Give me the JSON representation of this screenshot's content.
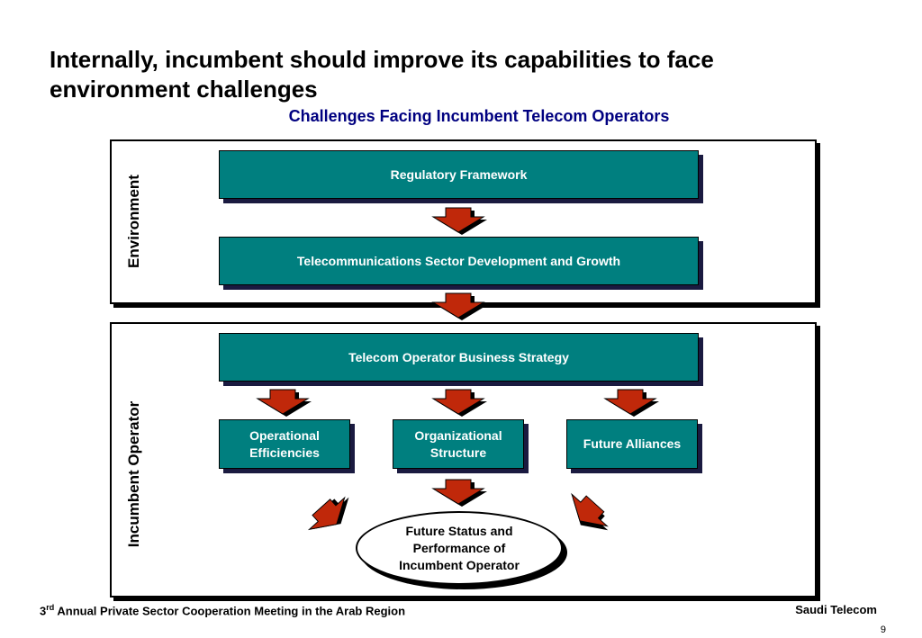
{
  "title": "Internally, incumbent should improve its capabilities to face environment challenges",
  "subtitle": "Challenges Facing Incumbent Telecom Operators",
  "environment": {
    "label": "Environment",
    "boxes": [
      "Regulatory Framework",
      "Telecommunications Sector Development and Growth"
    ]
  },
  "incumbent": {
    "label": "Incumbent Operator",
    "strategy": "Telecom Operator Business Strategy",
    "capabilities": [
      "Operational Efficiencies",
      "Organizational Structure",
      "Future Alliances"
    ],
    "outcome": "Future Status and Performance of Incumbent Operator"
  },
  "footer": {
    "event_num": "3",
    "event_sup": "rd",
    "event_rest": " Annual Private Sector Cooperation Meeting in the Arab Region",
    "org": "Saudi Telecom",
    "page": "9"
  },
  "colors": {
    "box": "#007f7f",
    "arrow": "#c0280a",
    "subtitle": "#000080"
  }
}
